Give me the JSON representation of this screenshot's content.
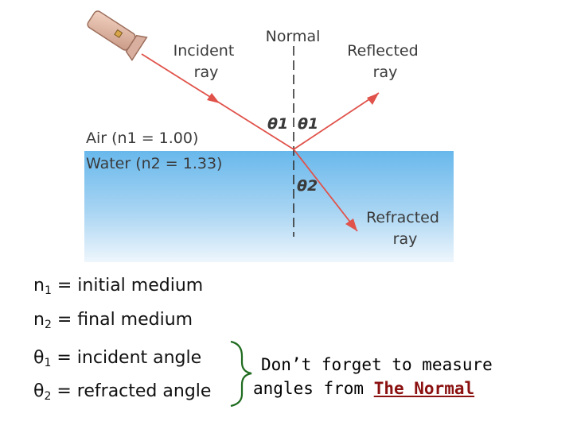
{
  "diagram": {
    "normal_label": "Normal",
    "incident_label": [
      "Incident",
      "ray"
    ],
    "reflected_label": [
      "Reflected",
      "ray"
    ],
    "refracted_label": [
      "Refracted",
      "ray"
    ],
    "theta1_label": "θ1",
    "theta1_reflected_label": "θ1",
    "theta2_label": "θ2",
    "air_label": "Air (n1 = 1.00)",
    "water_label": "Water (n2 = 1.33)"
  },
  "definitions": [
    {
      "symbol": "n",
      "sub": "1",
      "text": " = initial medium"
    },
    {
      "symbol": "n",
      "sub": "2",
      "text": " = final medium"
    },
    {
      "symbol": "θ",
      "sub": "1",
      "text": " = incident angle"
    },
    {
      "symbol": "θ",
      "sub": "2",
      "text": " = refracted angle"
    }
  ],
  "reminder": {
    "line1": "Don’t forget to measure",
    "line2_prefix": "angles from ",
    "line2_emphasis": "The Normal"
  },
  "colors": {
    "ray": "#e0524a",
    "water_top": "#68b8ec",
    "water_bottom": "#eef6fc",
    "bracket": "#1f6b1f"
  }
}
